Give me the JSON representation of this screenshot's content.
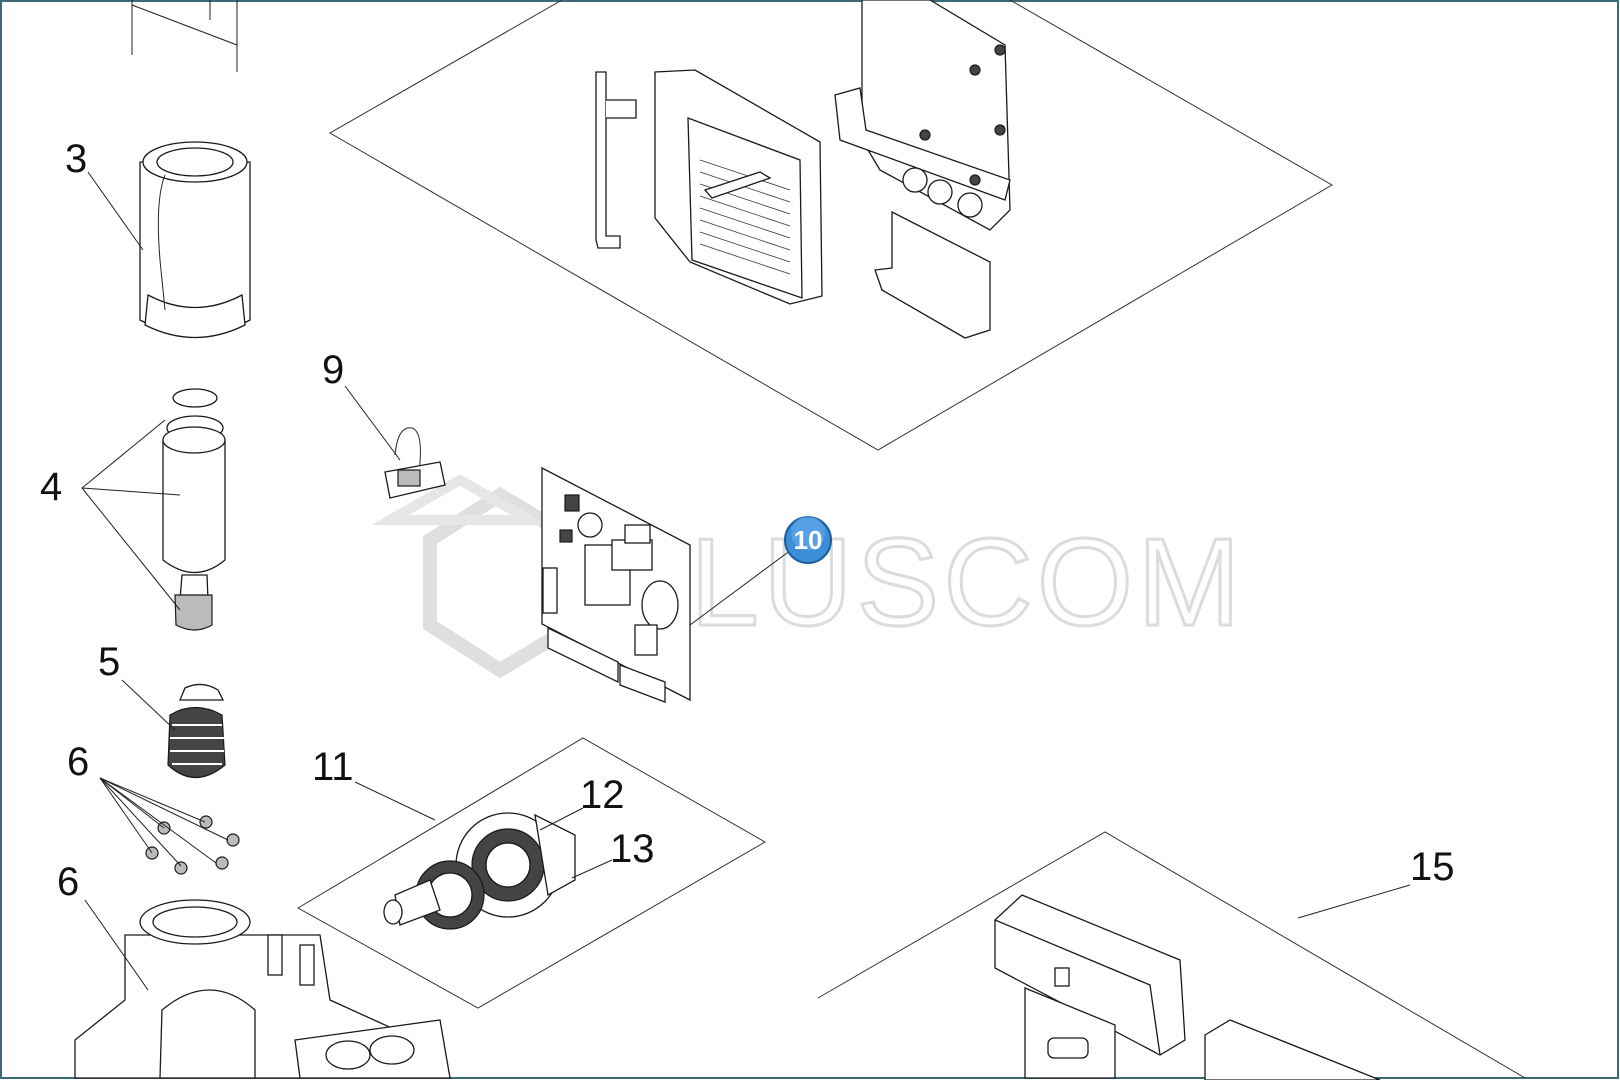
{
  "diagram": {
    "frame_color": "#3b6b78",
    "badge_color": "#3a8fd8",
    "watermark_text": "LUSCOM",
    "callouts": [
      {
        "id": "3",
        "label": "3"
      },
      {
        "id": "4",
        "label": "4"
      },
      {
        "id": "5",
        "label": "5"
      },
      {
        "id": "6a",
        "label": "6"
      },
      {
        "id": "6b",
        "label": "6"
      },
      {
        "id": "9",
        "label": "9"
      },
      {
        "id": "10",
        "label": "10"
      },
      {
        "id": "11",
        "label": "11"
      },
      {
        "id": "12",
        "label": "12"
      },
      {
        "id": "13",
        "label": "13"
      },
      {
        "id": "15",
        "label": "15"
      }
    ]
  }
}
